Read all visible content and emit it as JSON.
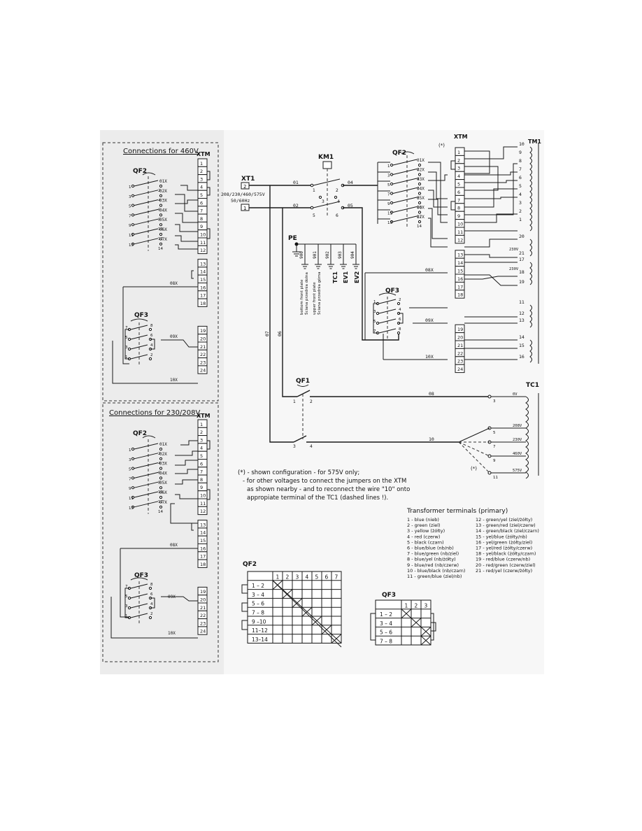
{
  "inset_460": {
    "title": "Connections for 460V",
    "terminal_block": "XTM",
    "switch_qf2": "QF2",
    "switch_qf3": "QF3",
    "terminals": [
      "1",
      "2",
      "3",
      "4",
      "5",
      "6",
      "7",
      "8",
      "9",
      "10",
      "11",
      "12",
      "13",
      "14",
      "15",
      "16",
      "17",
      "18",
      "19",
      "20",
      "21",
      "22",
      "23",
      "24"
    ],
    "qf2_wires": [
      "01X",
      "02X",
      "03X",
      "04X",
      "05X",
      "06X",
      "07X"
    ],
    "qf2_pins": [
      "1",
      "2",
      "3",
      "4",
      "5",
      "6",
      "7",
      "8",
      "9",
      "10",
      "11",
      "12",
      "13",
      "14"
    ],
    "wire_08x": "08X",
    "wire_09x": "09X",
    "wire_10x": "10X",
    "qf3_pins": [
      "7",
      "8",
      "5",
      "6",
      "3",
      "4",
      "1",
      "2"
    ]
  },
  "inset_230": {
    "title": "Connections for 230/208V",
    "terminal_block": "XTM",
    "switch_qf2": "QF2",
    "switch_qf3": "QF3",
    "terminals": [
      "1",
      "2",
      "3",
      "4",
      "5",
      "6",
      "7",
      "8",
      "9",
      "10",
      "11",
      "12",
      "13",
      "14",
      "15",
      "16",
      "17",
      "18",
      "19",
      "20",
      "21",
      "22",
      "23",
      "24"
    ],
    "qf2_wires": [
      "01X",
      "02X",
      "03X",
      "04X",
      "05X",
      "06X",
      "07X"
    ],
    "qf2_pins": [
      "1",
      "2",
      "3",
      "4",
      "5",
      "6",
      "7",
      "8",
      "9",
      "10",
      "11",
      "12",
      "13",
      "14"
    ],
    "wire_08x": "08X",
    "wire_09x": "09X",
    "wire_10x": "10X",
    "qf3_pins": [
      "7",
      "8",
      "5",
      "6",
      "3",
      "4",
      "1",
      "2"
    ]
  },
  "main": {
    "xt1_label": "XT1",
    "xt1_terminals": [
      "2",
      "1"
    ],
    "supply_voltage": "208/230/460/575V",
    "supply_frequency": "50/60Hz",
    "km1_label": "KM1",
    "km1_pins": [
      "1",
      "2",
      "3",
      "4",
      "5",
      "6"
    ],
    "wire_01": "01",
    "wire_02": "02",
    "wire_04": "04",
    "wire_05": "05",
    "wire_06": "06",
    "wire_07": "07",
    "wire_08": "08",
    "wire_10": "10",
    "pe_label": "PE",
    "pe_wires": [
      "900",
      "901",
      "902",
      "903",
      "904"
    ],
    "pe_targets": [
      "bottom front plate",
      "Ściana przednia dolna",
      "upper front plate",
      "Ściana przednia górna",
      "TC1",
      "EV1",
      "EV2"
    ],
    "qf1_label": "QF1",
    "qf1_pins": [
      "1",
      "2",
      "3",
      "4"
    ],
    "qf2_label": "QF2",
    "qf2_wires": [
      "01X",
      "02X",
      "03X",
      "04X",
      "05X",
      "06X",
      "07X"
    ],
    "qf2_pins": [
      "1",
      "2",
      "3",
      "4",
      "5",
      "6",
      "7",
      "8",
      "9",
      "10",
      "11",
      "12",
      "13",
      "14"
    ],
    "asterisk": "(*)",
    "xtm_label": "XTM",
    "xtm_terminals": [
      "1",
      "2",
      "3",
      "4",
      "5",
      "6",
      "7",
      "8",
      "9",
      "10",
      "11",
      "12",
      "13",
      "14",
      "15",
      "16",
      "17",
      "18",
      "19",
      "20",
      "21",
      "22",
      "23",
      "24"
    ],
    "tm1_label": "TM1",
    "tm1_right_numbers": [
      "10",
      "9",
      "8",
      "7",
      "6",
      "5",
      "4",
      "3",
      "2",
      "1",
      "20",
      "21",
      "17",
      "18",
      "19",
      "11",
      "12",
      "13",
      "14",
      "15",
      "16"
    ],
    "tm1_voltages": [
      "230V",
      "230V"
    ],
    "qf3_label": "QF3",
    "qf3_pins": [
      "1",
      "2",
      "3",
      "4",
      "5",
      "6",
      "7",
      "8"
    ],
    "wire_08x": "08X",
    "wire_09x": "09X",
    "wire_10x": "10X",
    "tc1_label": "TC1",
    "tc1_taps": [
      {
        "num": "3",
        "volt": "0V"
      },
      {
        "num": "5",
        "volt": "208V"
      },
      {
        "num": "7",
        "volt": "230V"
      },
      {
        "num": "9",
        "volt": "460V"
      },
      {
        "num": "11",
        "volt": "575V"
      }
    ]
  },
  "note": [
    "(*) - shown configuration - for 575V only;",
    "- for other voltages to connect the jumpers on the XTM",
    "as shown nearby - and to reconnect the wire \"10\" onto",
    "appropiate terminal of the TC1 (dashed lines !)."
  ],
  "legend": {
    "title": "Transformer terminals (primary)",
    "left": [
      "1 - blue (nieb)",
      "2 - green (ziel)",
      "3 - yellow (żółty)",
      "4 - red (czerw)",
      "5 - black (czarn)",
      "6 - blue/blue (nb/nb)",
      "7 - blue/green (nb/ziel)",
      "8 - blue/yel (nb/żółty)",
      "9 - blue/red (nb/czerw)",
      "10 - blue/black (nb/czarn)",
      "11 - green/blue (ziel/nb)"
    ],
    "right": [
      "12 - green/yel (ziel/żółty)",
      "13 - green/red (ziel/czerw)",
      "14 - green/black (ziel/czarn)",
      "15 - yel/blue (żółty/nb)",
      "16 - yel/green (żółty/ziel)",
      "17 - yel/red (żółty/czerw)",
      "18 - yel/black (żółty/czarn)",
      "19 - red/blue (czerw/nb)",
      "20 - red/green (czerw/ziel)",
      "21 - red/yel (czerw/żółty)"
    ]
  },
  "qf2_table": {
    "title": "QF2",
    "columns": [
      "1",
      "2",
      "3",
      "4",
      "5",
      "6",
      "7"
    ],
    "rows": [
      "1 – 2",
      "3 – 4",
      "5 – 6",
      "7 – 8",
      "9 –10",
      "11–12",
      "13–14"
    ]
  },
  "qf3_table": {
    "title": "QF3",
    "columns": [
      "1",
      "2",
      "3"
    ],
    "rows": [
      "1 – 2",
      "3 – 4",
      "5 – 6",
      "7 – 8"
    ]
  }
}
